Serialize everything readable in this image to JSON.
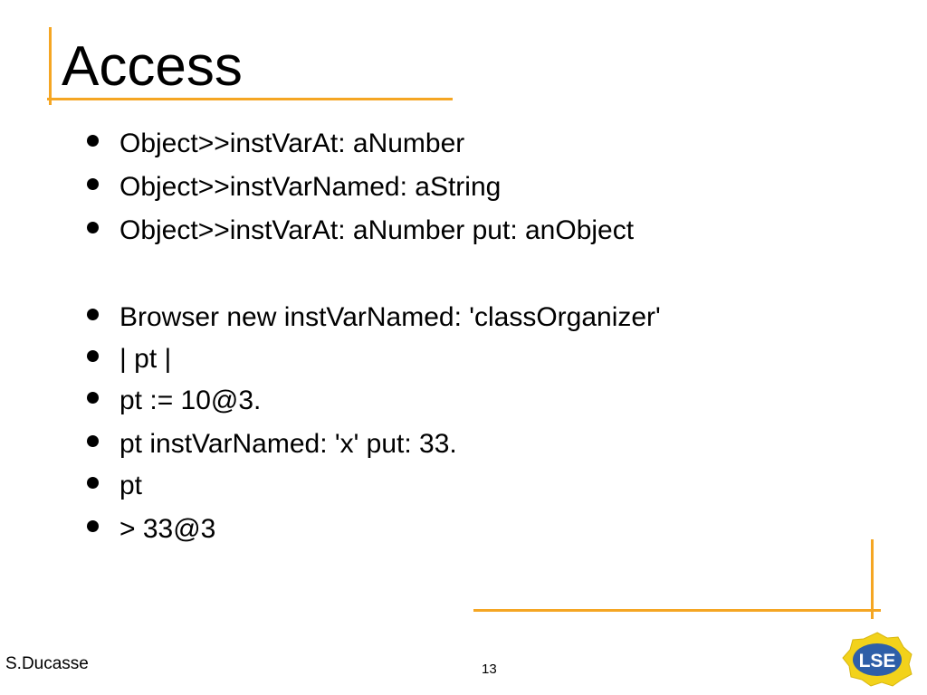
{
  "slide": {
    "title": "Access",
    "bullets": [
      "Object>>instVarAt: aNumber",
      "Object>>instVarNamed: aString",
      "Object>>instVarAt: aNumber put: anObject",
      "Browser new instVarNamed: 'classOrganizer'",
      "| pt |",
      "pt := 10@3.",
      "pt instVarNamed: 'x' put: 33.",
      "pt",
      "> 33@3"
    ]
  },
  "footer": {
    "author": "S.Ducasse",
    "page_number": "13"
  },
  "logo": {
    "text": "LSE",
    "colors": {
      "outer": "#F2D21B",
      "inner": "#2E5FA8",
      "text": "#FFFFFF"
    }
  },
  "colors": {
    "accent": "#F5A623",
    "text": "#000000",
    "background": "#FFFFFF"
  }
}
